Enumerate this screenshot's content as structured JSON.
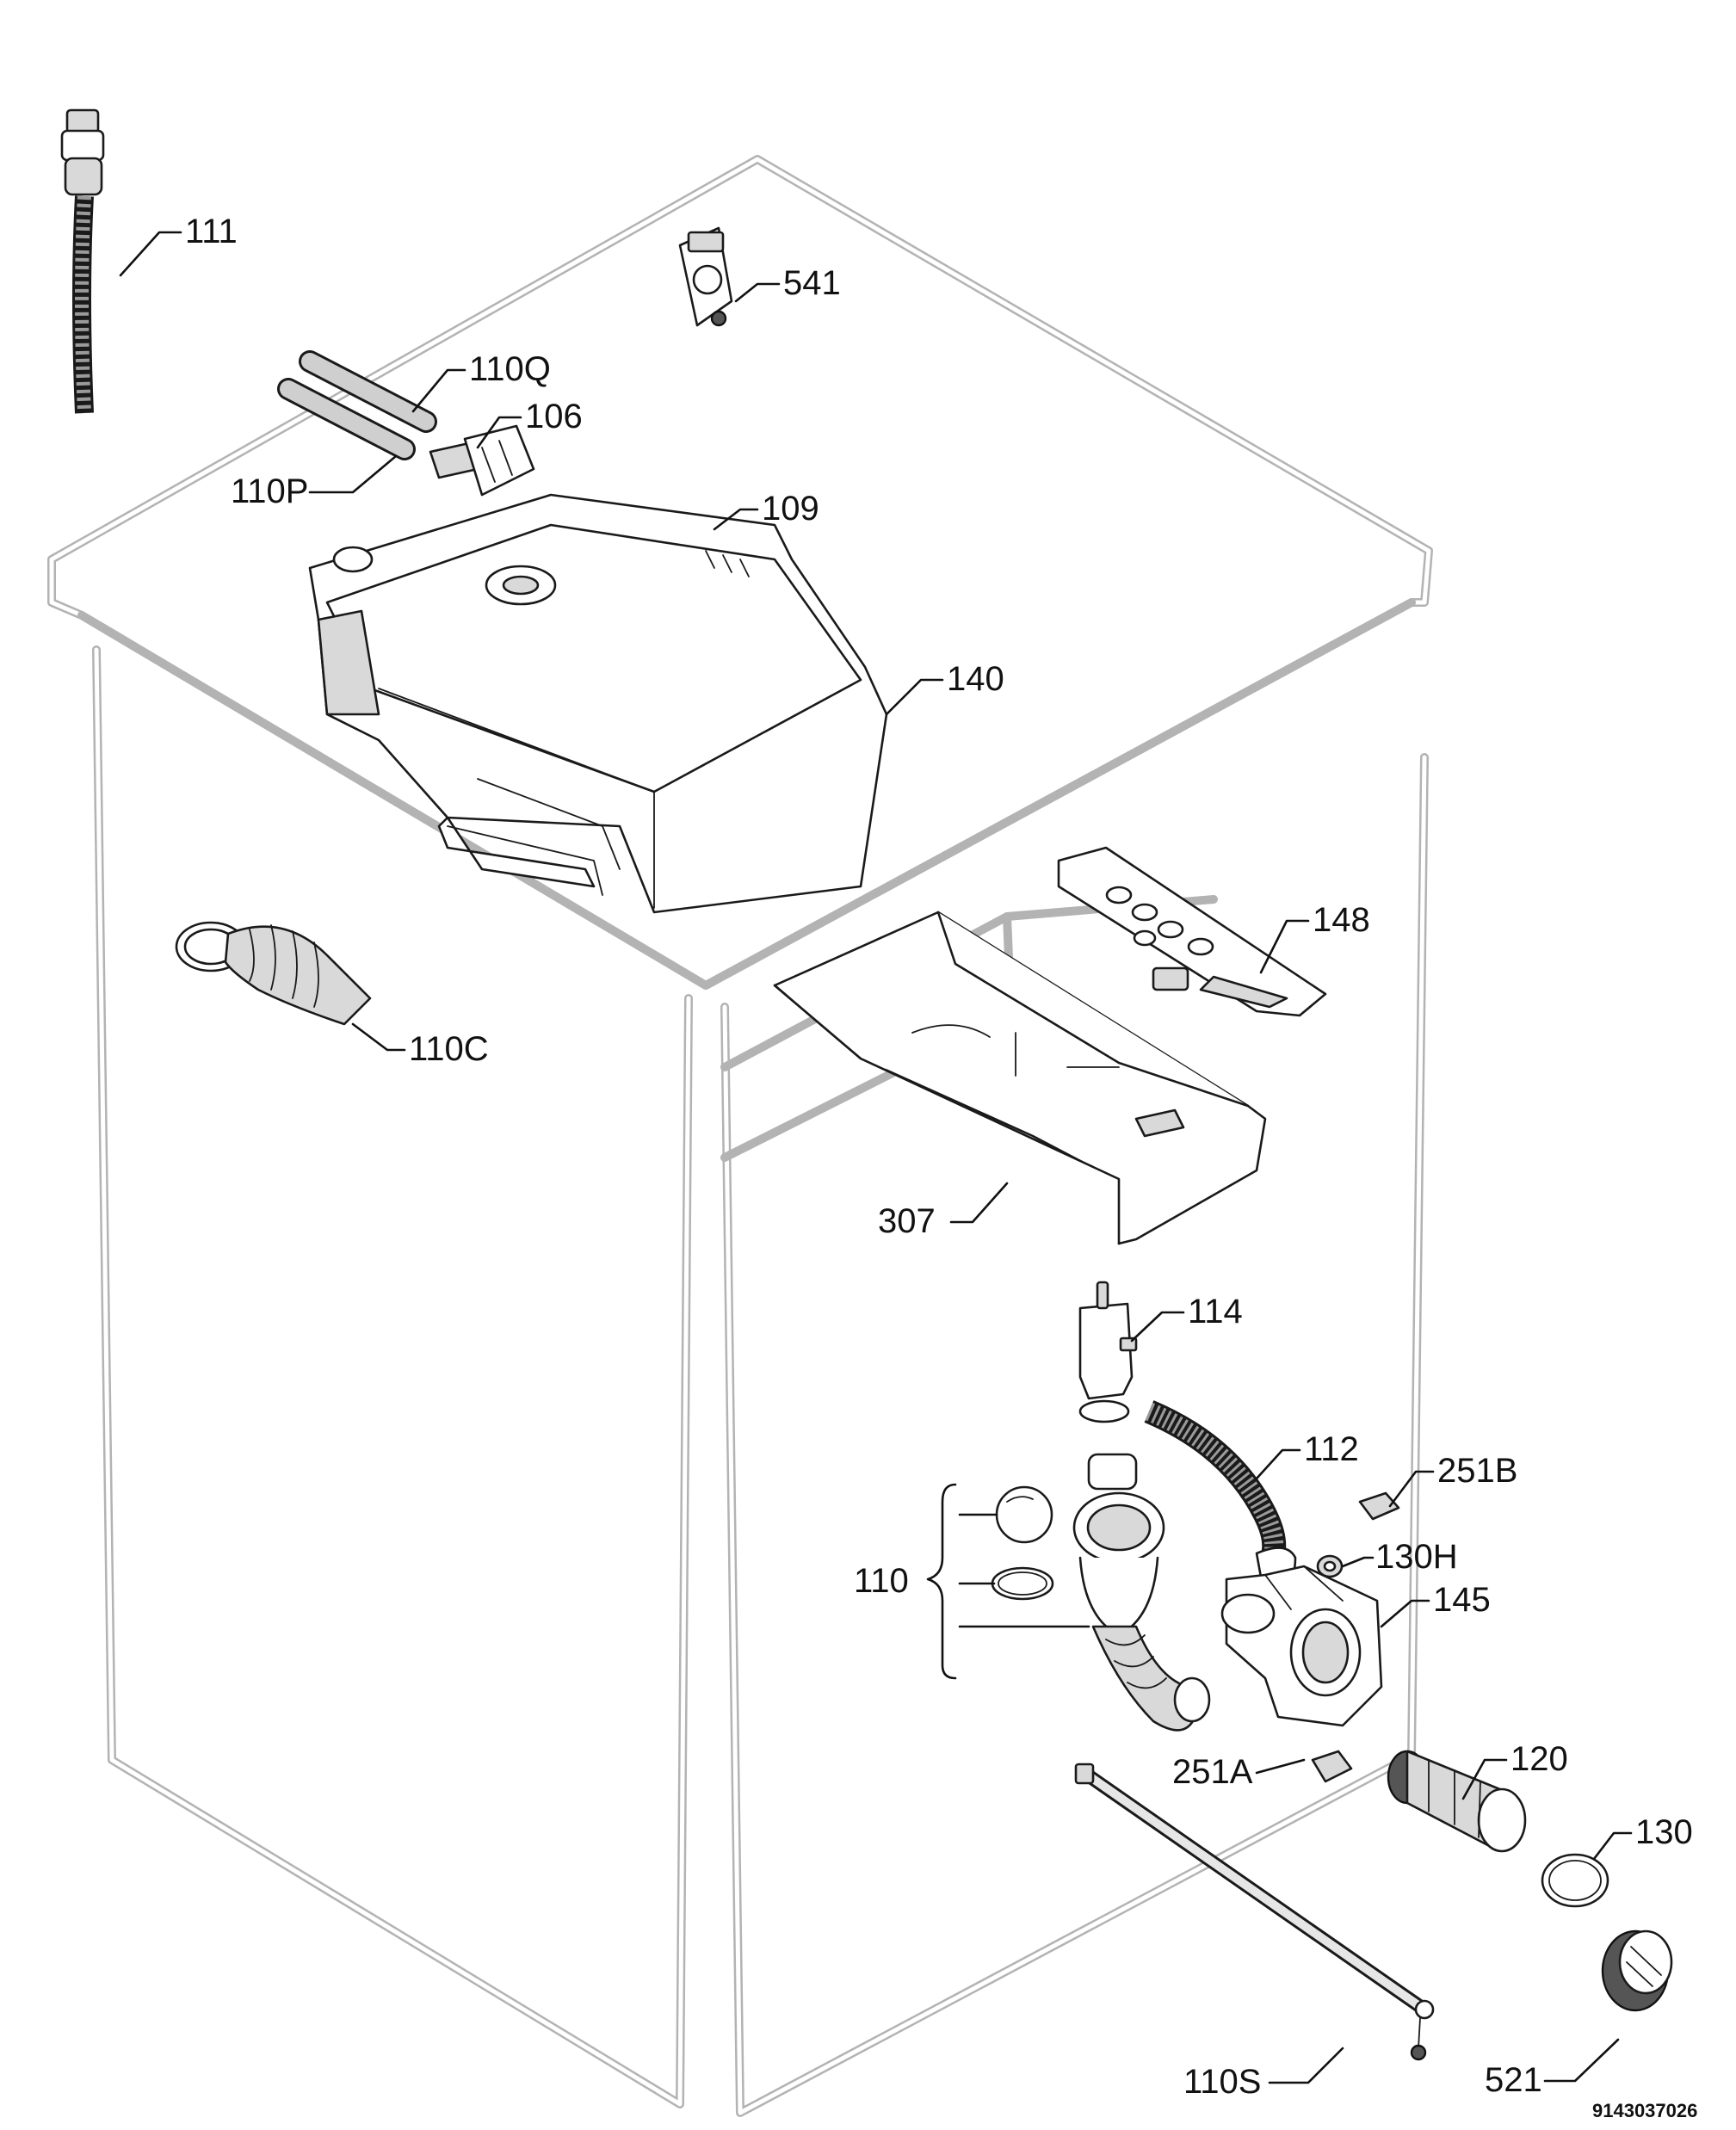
{
  "labels": {
    "l111": "111",
    "l541": "541",
    "l110q": "110Q",
    "l106": "106",
    "l110p": "110P",
    "l109": "109",
    "l140": "140",
    "l148": "148",
    "l110c": "110C",
    "l307": "307",
    "l114": "114",
    "l112": "112",
    "l251b": "251B",
    "l110": "110",
    "l130h": "130H",
    "l145": "145",
    "l120": "120",
    "l251a": "251A",
    "l130": "130",
    "l110s": "110S",
    "l521": "521"
  },
  "document_number": "9143037026"
}
